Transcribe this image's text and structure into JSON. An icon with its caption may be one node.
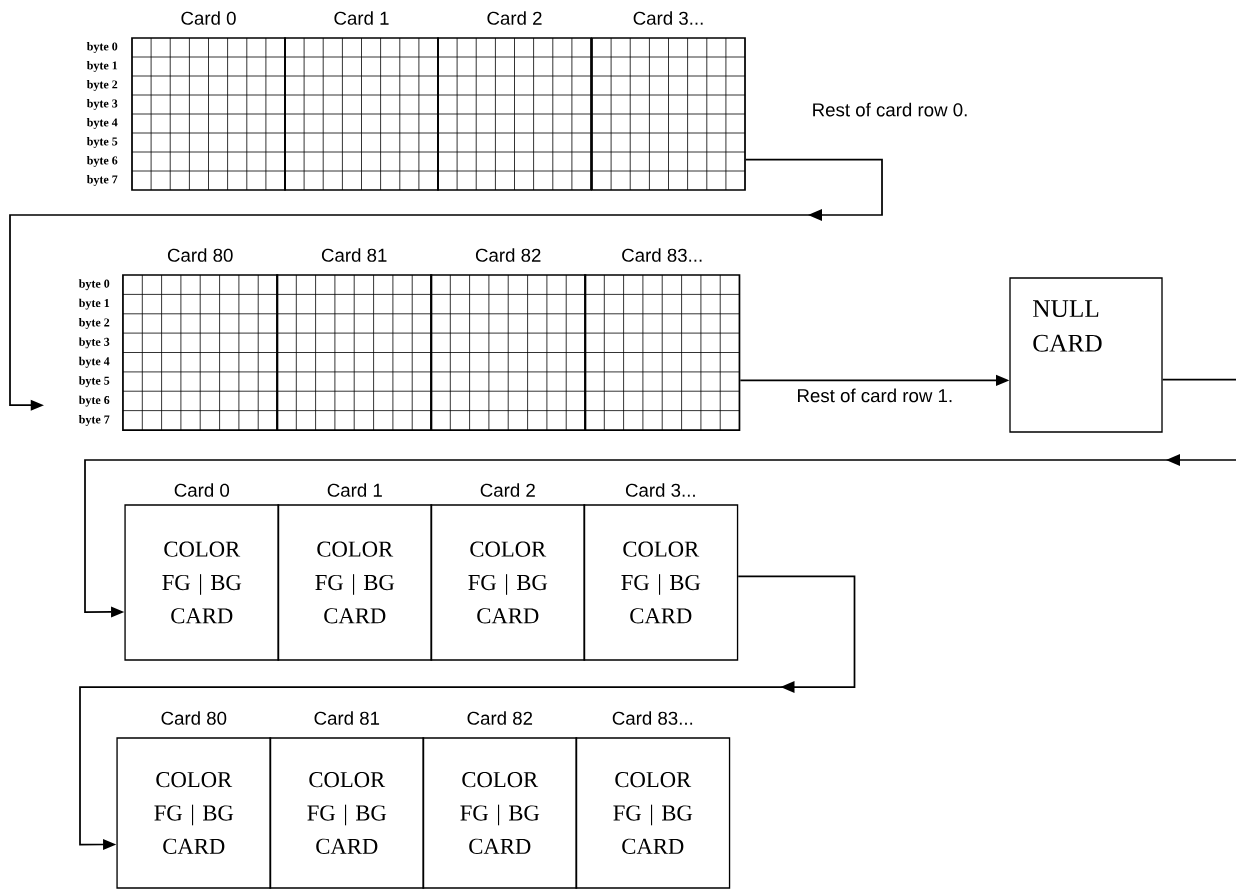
{
  "diagram": {
    "nodes": [
      {
        "text": [
          "Card 0"
        ]
      },
      {
        "text": [
          "Card 1"
        ]
      },
      {
        "text": [
          "Card 2"
        ]
      },
      {
        "text": [
          "Card 3..."
        ]
      },
      {
        "text": [
          "Card 80"
        ]
      },
      {
        "text": [
          "Card 81"
        ]
      },
      {
        "text": [
          "Card 82"
        ]
      },
      {
        "text": [
          "Card 83..."
        ]
      },
      {
        "text": [
          "NULL CARD"
        ]
      },
      {
        "text": [
          "Card 0",
          "COLOR FG | BG CARD"
        ]
      },
      {
        "text": [
          "Card 1",
          "COLOR FG | BG CARD"
        ]
      },
      {
        "text": [
          "Card 2",
          "COLOR FG | BG CARD"
        ]
      },
      {
        "text": [
          "Card 3...",
          "COLOR FG | BG CARD"
        ]
      },
      {
        "text": [
          "Card 80",
          "COLOR FG | BG CARD"
        ]
      },
      {
        "text": [
          "Card 81",
          "COLOR FG | BG CARD"
        ]
      },
      {
        "text": [
          "Card 82",
          "COLOR FG | BG CARD"
        ]
      },
      {
        "text": [
          "Card 83...",
          "COLOR FG | BG CARD"
        ]
      }
    ],
    "edges": [
      {
        "from": 3,
        "to": 4,
        "arrow": "to",
        "label": "Rest of card row 0."
      },
      {
        "from": 7,
        "to": 8,
        "arrow": "to",
        "label": "Rest of card row 1."
      },
      {
        "from": 8,
        "to": 9,
        "arrow": "to"
      },
      {
        "from": 12,
        "to": 13,
        "arrow": "to"
      }
    ],
    "labels": [
      "byte 0",
      "byte 1",
      "byte 2",
      "byte 3",
      "byte 4",
      "byte 5",
      "byte 6",
      "byte 7",
      "byte 0",
      "byte 1",
      "byte 2",
      "byte 3",
      "byte 4",
      "byte 5",
      "byte 6",
      "byte 7"
    ]
  }
}
